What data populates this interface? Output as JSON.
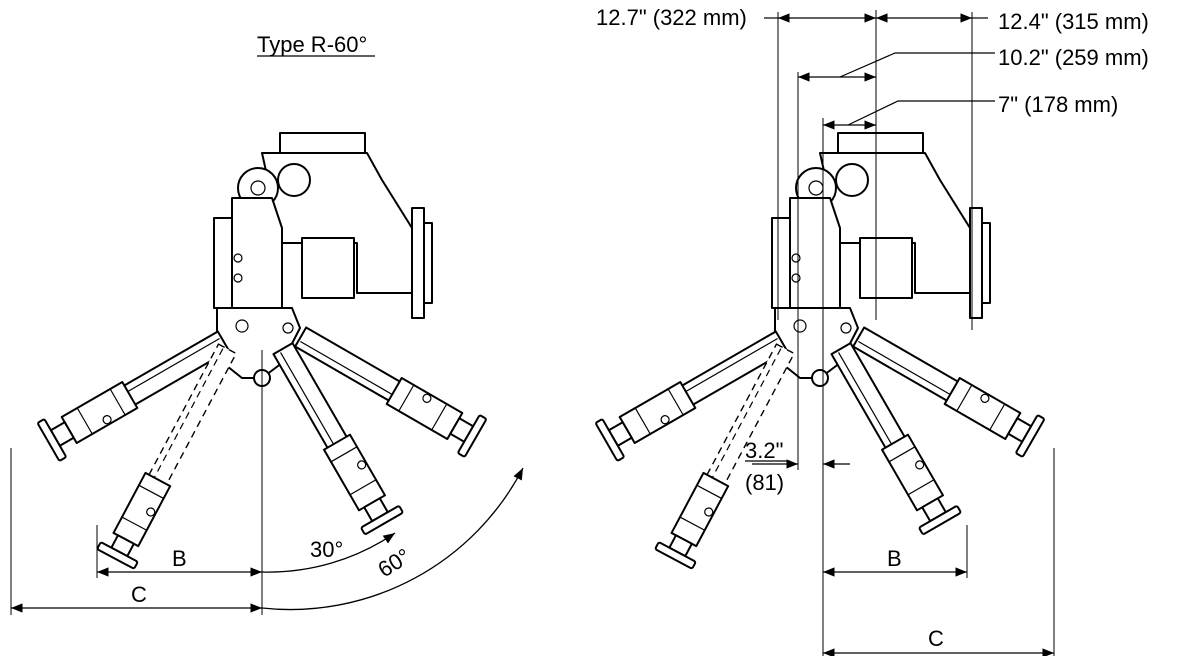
{
  "title": "Type R-60°",
  "left_view": {
    "angle_30": "30°",
    "angle_60": "60°",
    "dim_b": "B",
    "dim_c": "C"
  },
  "right_view": {
    "dim_12_7": "12.7\" (322 mm)",
    "dim_12_4": "12.4\" (315 mm)",
    "dim_10_2": "10.2\" (259 mm)",
    "dim_7": "7\" (178 mm)",
    "dim_3_2": "3.2\"",
    "dim_3_2_mm": "(81)",
    "dim_b": "B",
    "dim_c": "C"
  }
}
